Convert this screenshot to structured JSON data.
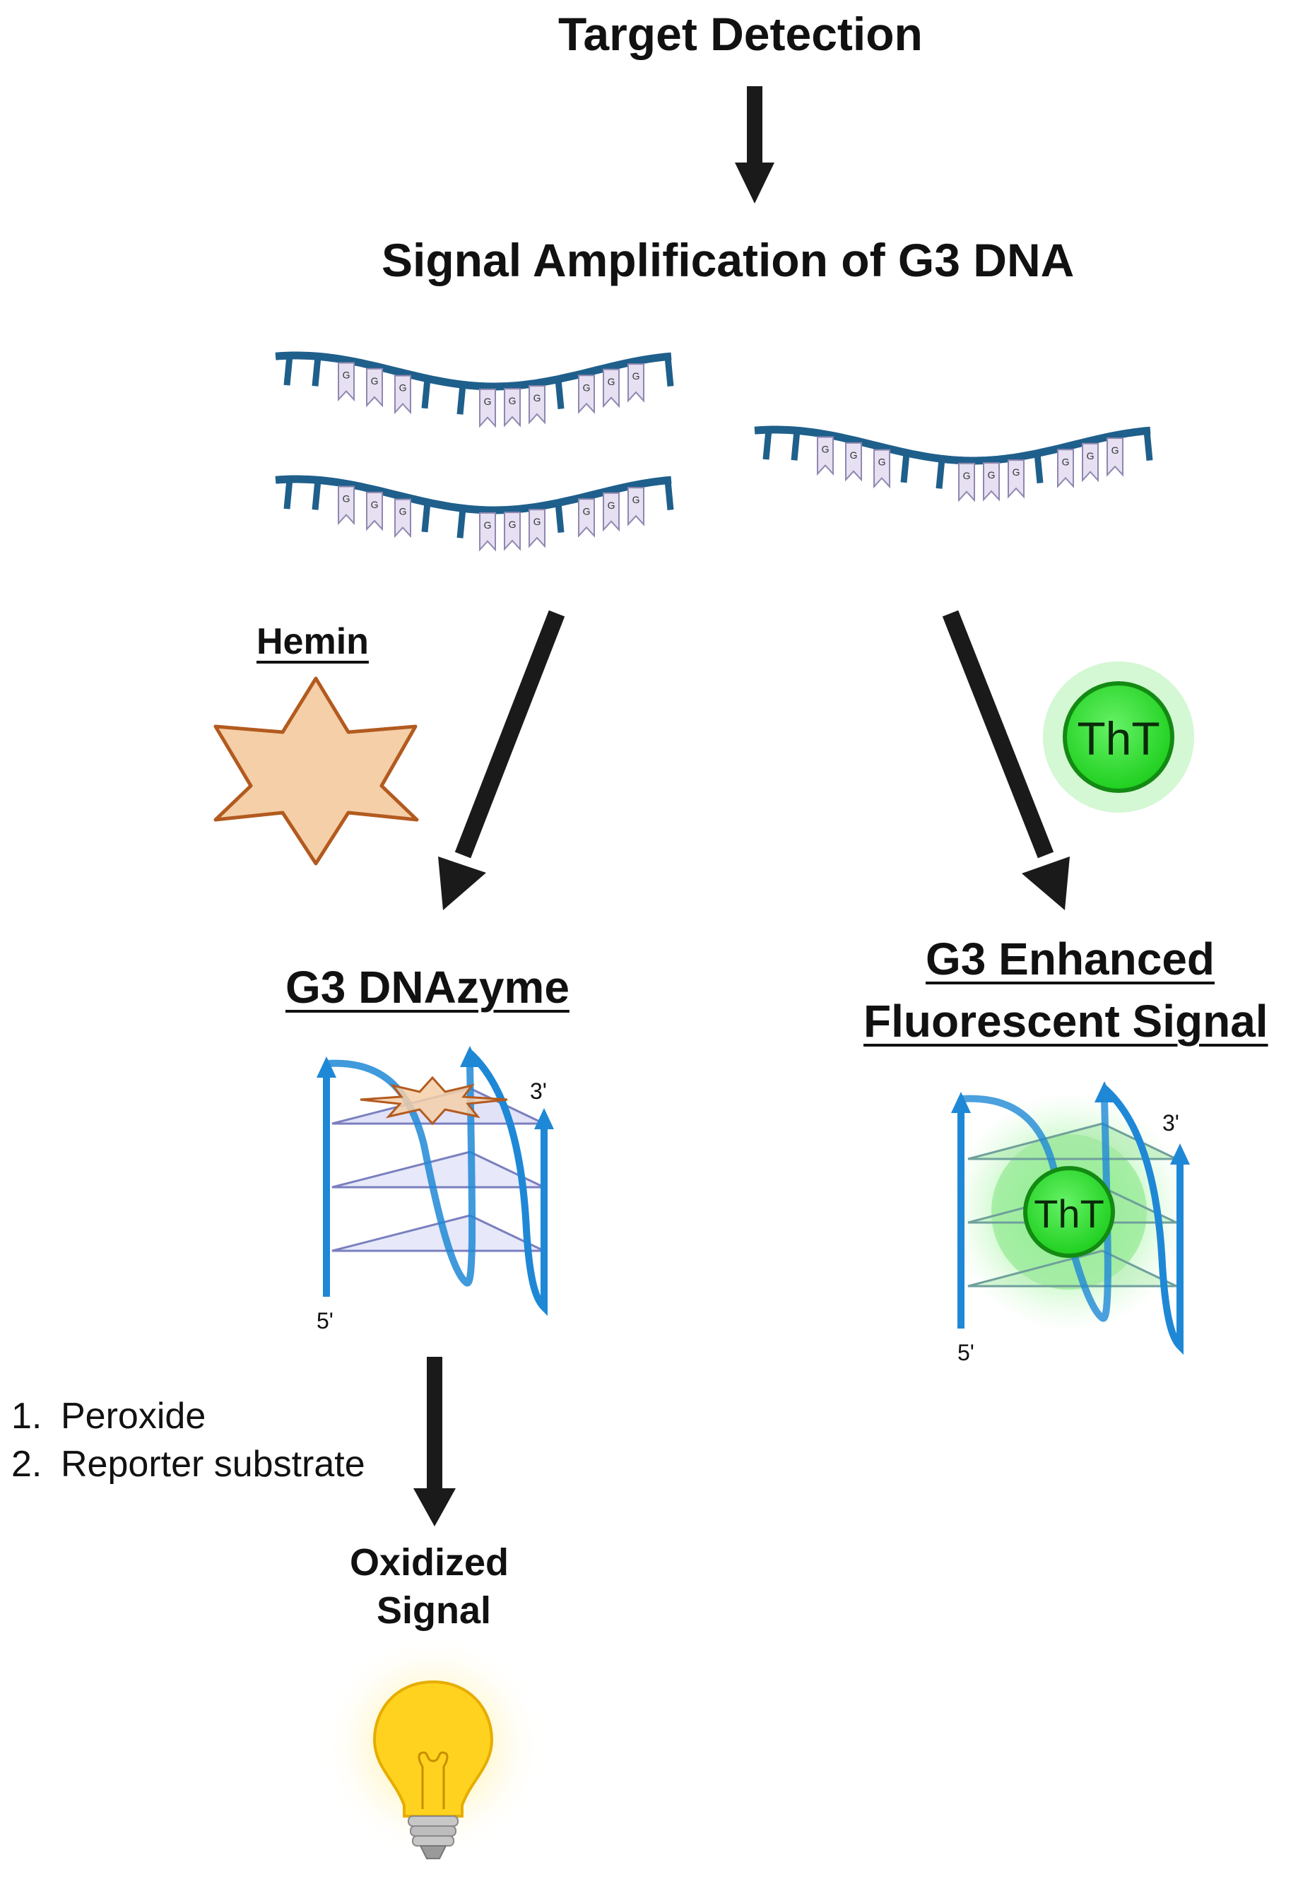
{
  "labels": {
    "target": "Target Detection",
    "amplification": "Signal Amplification of G3 DNA",
    "hemin": "Hemin",
    "dnazyme": "G3 DNAzyme",
    "enhanced_line1": "G3 Enhanced",
    "enhanced_line2": "Fluorescent Signal",
    "oxidized_line1": "Oxidized",
    "oxidized_line2": "Signal",
    "tht": "ThT",
    "three_prime": "3'",
    "five_prime": "5'",
    "guanine": "G"
  },
  "steps": [
    {
      "num": "1.",
      "text": "Peroxide"
    },
    {
      "num": "2.",
      "text": "Reporter substrate"
    }
  ],
  "colors": {
    "dna_backbone": "#1f5f8b",
    "guanine_fill": "#e6e0f2",
    "strand_blue": "#1e88d6",
    "tetrad_fill": "#c9cbf2",
    "hemin_fill": "#f4cfa8",
    "hemin_stroke": "#b35a1f",
    "tht_green": "#22dd22",
    "bulb_yellow": "#ffd21f",
    "arrow": "#1a1a1a"
  },
  "icons": [
    "hemin-star-icon",
    "tht-dye-icon",
    "light-bulb-icon",
    "g-quadruplex-icon",
    "dna-strand-icon"
  ]
}
